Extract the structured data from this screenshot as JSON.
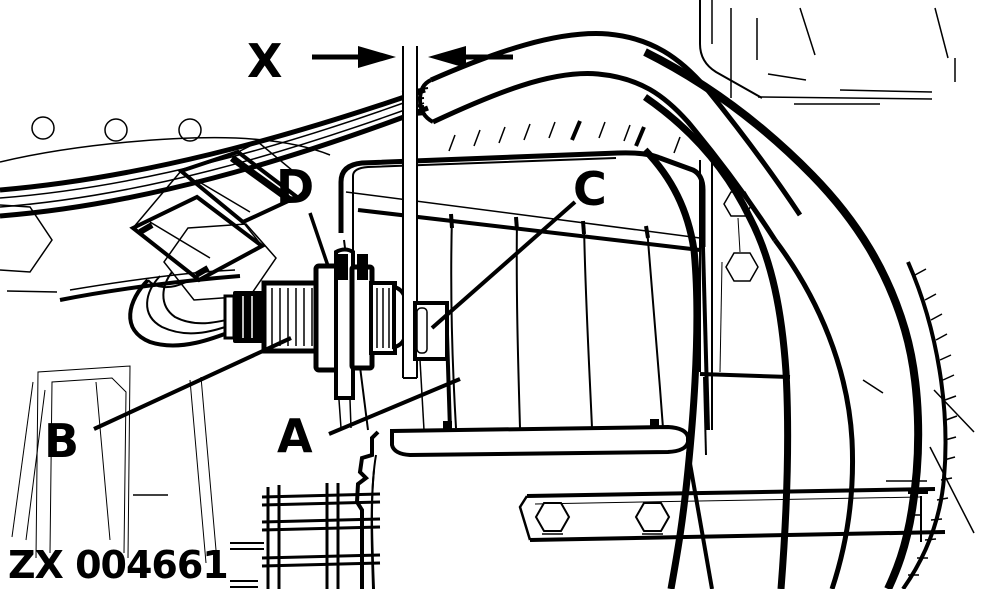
{
  "diagram": {
    "figure_code": "ZX 004661",
    "callouts": {
      "x": "X",
      "d": "D",
      "c": "C",
      "b": "B",
      "a": "A"
    },
    "colors": {
      "ink": "#000000",
      "paper": "#ffffff"
    }
  }
}
